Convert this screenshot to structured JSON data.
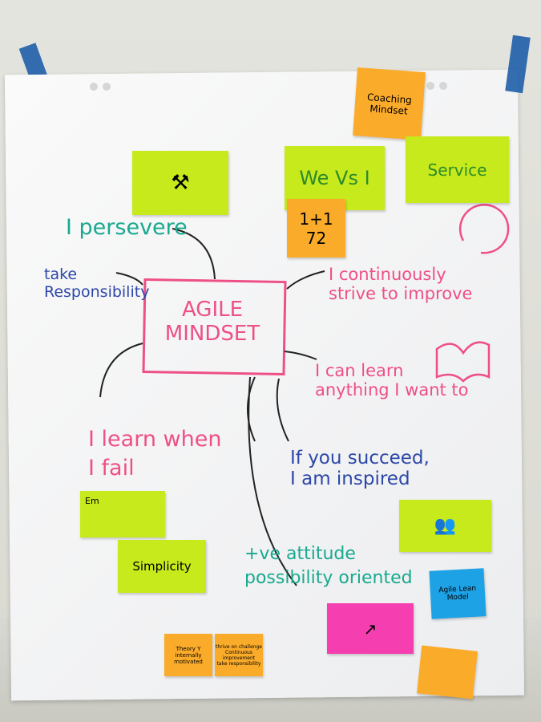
{
  "notes": {
    "coaching": "Coaching\nMindset",
    "we_vs_i": "We Vs I",
    "service": "Service",
    "one_plus_one": "1+1\n72",
    "simplicity": "Simplicity",
    "em": "Em",
    "agile_lean": "Agile Lean\nModel",
    "theory_y": "Theory Y\ninternally motivated",
    "thrive": "thrive on challenge\nContinuous improvement\ntake responsibility"
  },
  "center": "AGILE\nMINDSET",
  "phrases": {
    "persevere": "I persevere",
    "responsibility": "take\nResponsibility",
    "improve": "I continuously\nstrive to improve",
    "learn_anything": "I can learn\nanything I want to",
    "learn_fail": "I learn when\nI fail",
    "succeed": "If you succeed,\nI am inspired",
    "attitude": "+ve attitude\npossibility oriented"
  },
  "colors": {
    "pink": "#ee4f86",
    "teal": "#19a98f",
    "blue": "#2c47a8",
    "green": "#2e8a2a"
  }
}
